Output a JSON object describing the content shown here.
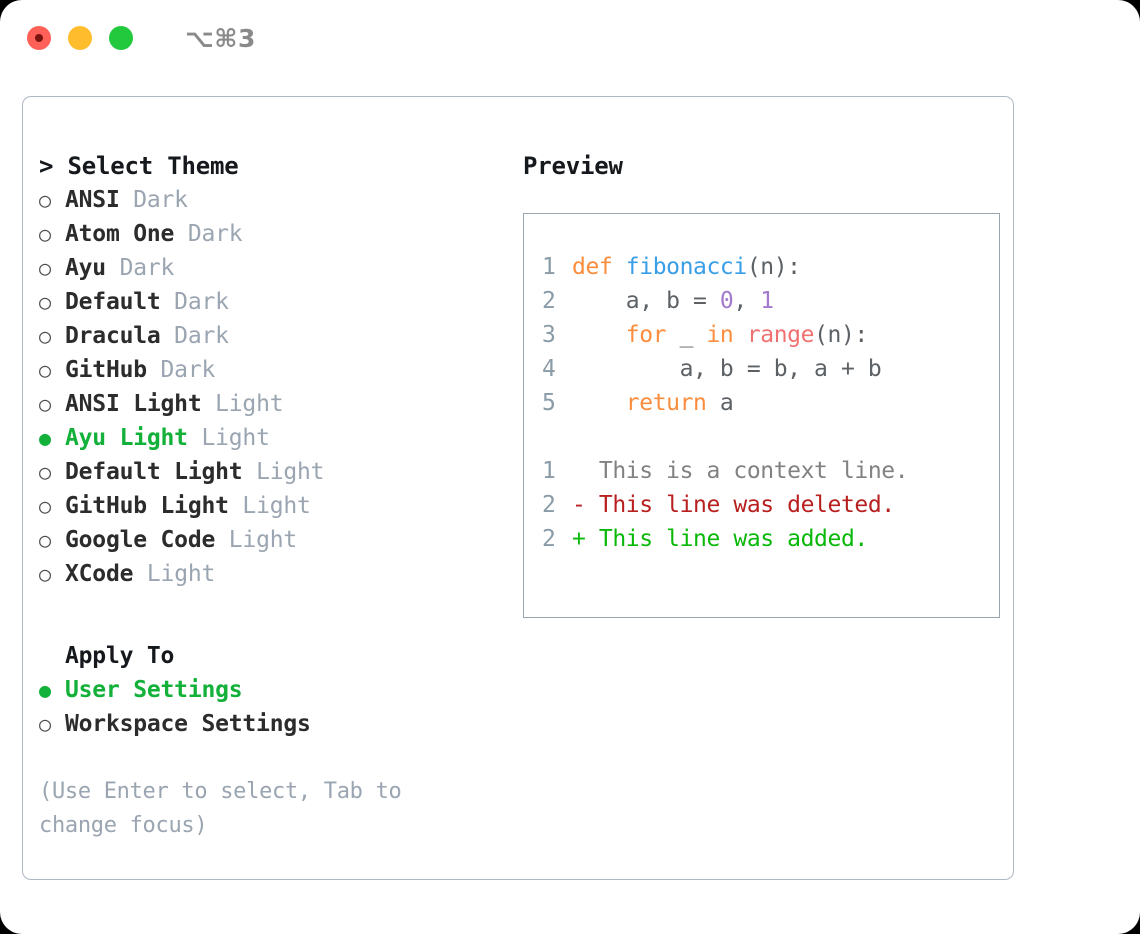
{
  "titlebar": {
    "lights": [
      {
        "name": "close-button",
        "color": "#ff6058"
      },
      {
        "name": "minimize-button",
        "color": "#ffbd2e"
      },
      {
        "name": "maximize-button",
        "color": "#22c93d"
      }
    ],
    "shortcut": "⌥⌘3"
  },
  "theme_picker": {
    "title": "> Select Theme",
    "selected_theme": "Ayu Light",
    "accent_color": "#13b03a",
    "items": [
      {
        "name": "ANSI",
        "tag": "Dark",
        "selected": false,
        "marker": "○"
      },
      {
        "name": "Atom One",
        "tag": "Dark",
        "selected": false,
        "marker": "○"
      },
      {
        "name": "Ayu",
        "tag": "Dark",
        "selected": false,
        "marker": "○"
      },
      {
        "name": "Default",
        "tag": "Dark",
        "selected": false,
        "marker": "○"
      },
      {
        "name": "Dracula",
        "tag": "Dark",
        "selected": false,
        "marker": "○"
      },
      {
        "name": "GitHub",
        "tag": "Dark",
        "selected": false,
        "marker": "○"
      },
      {
        "name": "ANSI Light",
        "tag": "Light",
        "selected": false,
        "marker": "○"
      },
      {
        "name": "Ayu Light",
        "tag": "Light",
        "selected": true,
        "marker": "●"
      },
      {
        "name": "Default Light",
        "tag": "Light",
        "selected": false,
        "marker": "○"
      },
      {
        "name": "GitHub Light",
        "tag": "Light",
        "selected": false,
        "marker": "○"
      },
      {
        "name": "Google Code",
        "tag": "Light",
        "selected": false,
        "marker": "○"
      },
      {
        "name": "XCode",
        "tag": "Light",
        "selected": false,
        "marker": "○"
      }
    ]
  },
  "apply_to": {
    "title": "Apply To",
    "selected_scope": "User Settings",
    "items": [
      {
        "name": "User Settings",
        "selected": true,
        "marker": "●"
      },
      {
        "name": "Workspace Settings",
        "selected": false,
        "marker": "○"
      }
    ]
  },
  "hint": "(Use Enter to select, Tab to change focus)",
  "preview": {
    "label": "Preview",
    "code_lines": [
      {
        "ln": "1",
        "tokens": [
          {
            "t": "def ",
            "c": "tok-kw"
          },
          {
            "t": "fibonacci",
            "c": "tok-fn"
          },
          {
            "t": "(n):",
            "c": "tok-txt"
          }
        ]
      },
      {
        "ln": "2",
        "tokens": [
          {
            "t": "    a, b = ",
            "c": "tok-txt"
          },
          {
            "t": "0",
            "c": "tok-num"
          },
          {
            "t": ", ",
            "c": "tok-txt"
          },
          {
            "t": "1",
            "c": "tok-num"
          }
        ]
      },
      {
        "ln": "3",
        "tokens": [
          {
            "t": "    ",
            "c": "tok-txt"
          },
          {
            "t": "for",
            "c": "tok-kw"
          },
          {
            "t": " _ ",
            "c": "tok-txt"
          },
          {
            "t": "in",
            "c": "tok-kw"
          },
          {
            "t": " ",
            "c": "tok-txt"
          },
          {
            "t": "range",
            "c": "tok-bi"
          },
          {
            "t": "(n):",
            "c": "tok-txt"
          }
        ]
      },
      {
        "ln": "4",
        "tokens": [
          {
            "t": "        a, b = b, a + b",
            "c": "tok-txt"
          }
        ]
      },
      {
        "ln": "5",
        "tokens": [
          {
            "t": "    ",
            "c": "tok-txt"
          },
          {
            "t": "return",
            "c": "tok-kw"
          },
          {
            "t": " a",
            "c": "tok-txt"
          }
        ]
      }
    ],
    "diff_lines": [
      {
        "ln": "1",
        "text": "  This is a context line.",
        "c": "d-ctx"
      },
      {
        "ln": "2",
        "text": "- This line was deleted.",
        "c": "d-del"
      },
      {
        "ln": "2",
        "text": "+ This line was added.",
        "c": "d-add"
      }
    ]
  }
}
